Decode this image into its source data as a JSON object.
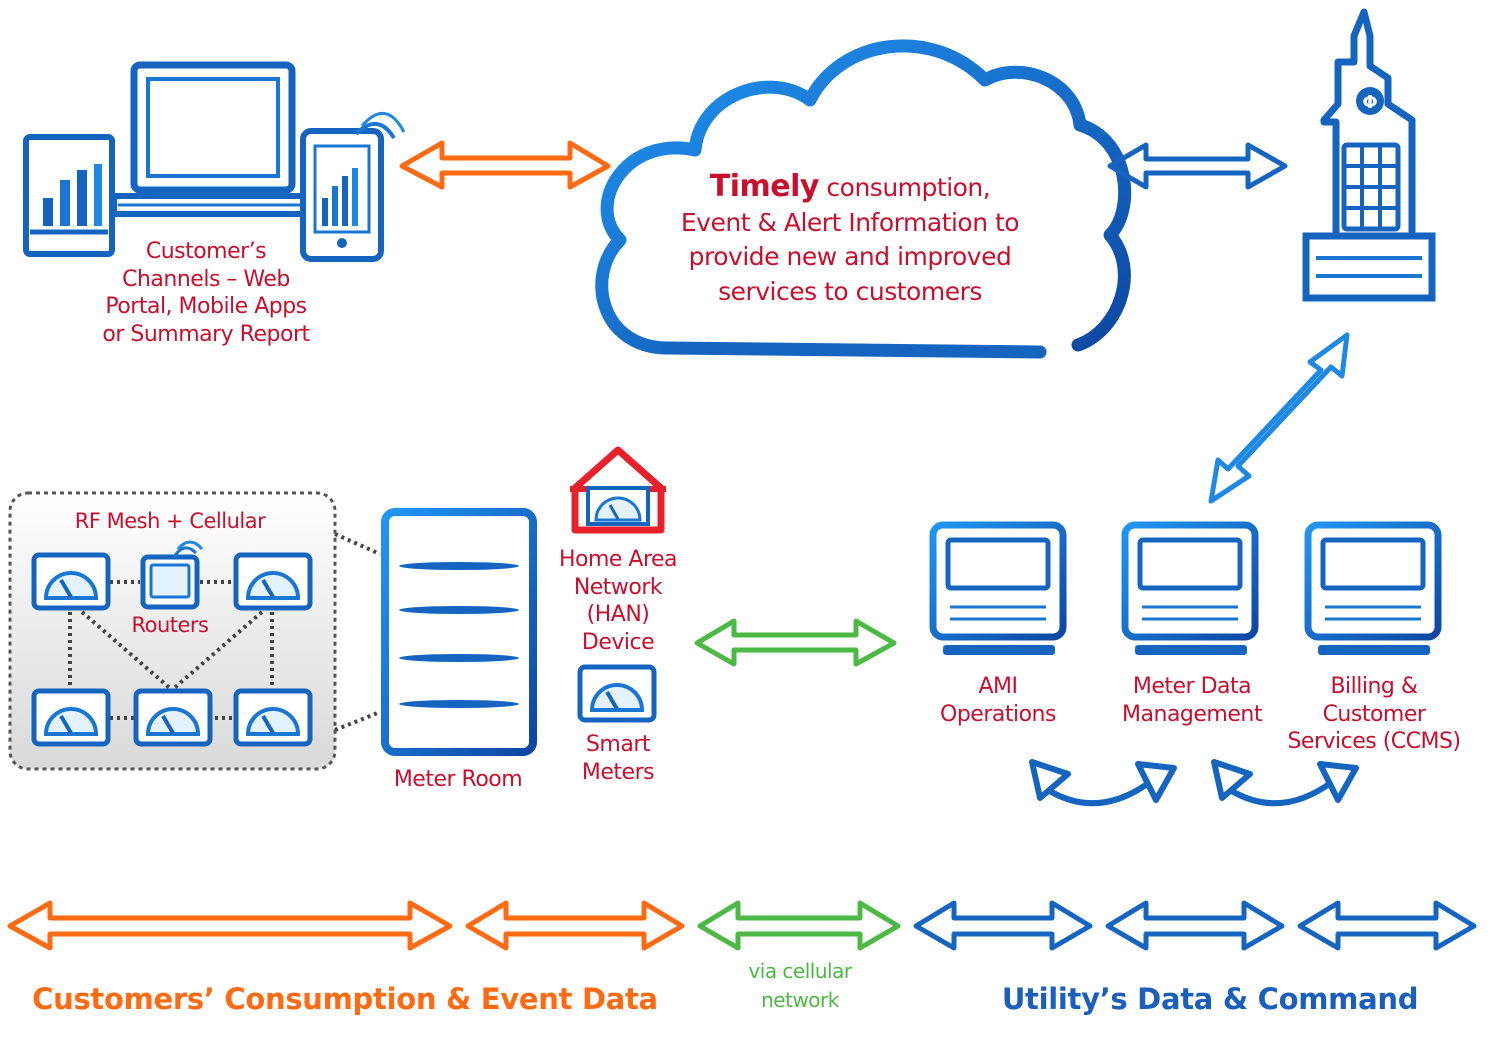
{
  "cloud": {
    "highlight": "Timely",
    "line1_rest": " consumption,",
    "line2": "Event & Alert Information to",
    "line3": "provide new and improved",
    "line4": "services to customers"
  },
  "customer_channels": {
    "line1": "Customer’s",
    "line2": "Channels – Web",
    "line3": "Portal, Mobile Apps",
    "line4": "or Summary Report"
  },
  "rf_mesh": {
    "title": "RF Mesh + Cellular",
    "routers": "Routers"
  },
  "meter_room": {
    "label": "Meter Room"
  },
  "han_device": {
    "line1": "Home Area",
    "line2": "Network",
    "line3": "(HAN)",
    "line4": "Device"
  },
  "smart_meters": {
    "line1": "Smart",
    "line2": "Meters"
  },
  "systems": {
    "ami": {
      "line1": "AMI",
      "line2": "Operations"
    },
    "mdm": {
      "line1": "Meter Data",
      "line2": "Management"
    },
    "billing": {
      "line1": "Billing &",
      "line2": "Customer",
      "line3": "Services (CCMS)"
    }
  },
  "footer": {
    "customers": "Customers’ Consumption & Event Data",
    "via_line1": "via cellular",
    "via_line2": "network",
    "utility": "Utility’s Data & Command"
  },
  "colors": {
    "blue": "#1565c0",
    "light_blue": "#2196f3",
    "orange": "#ff6a13",
    "green": "#4cb944",
    "red": "#c8102e"
  },
  "icons": {
    "channels": [
      "tablet-icon",
      "laptop-icon",
      "smartphone-icon"
    ],
    "utility": "utility-building-icon",
    "systems": "computer-monitor-icon",
    "meters": "meter-gauge-icon",
    "home": "house-icon",
    "server": "server-rack-icon"
  }
}
